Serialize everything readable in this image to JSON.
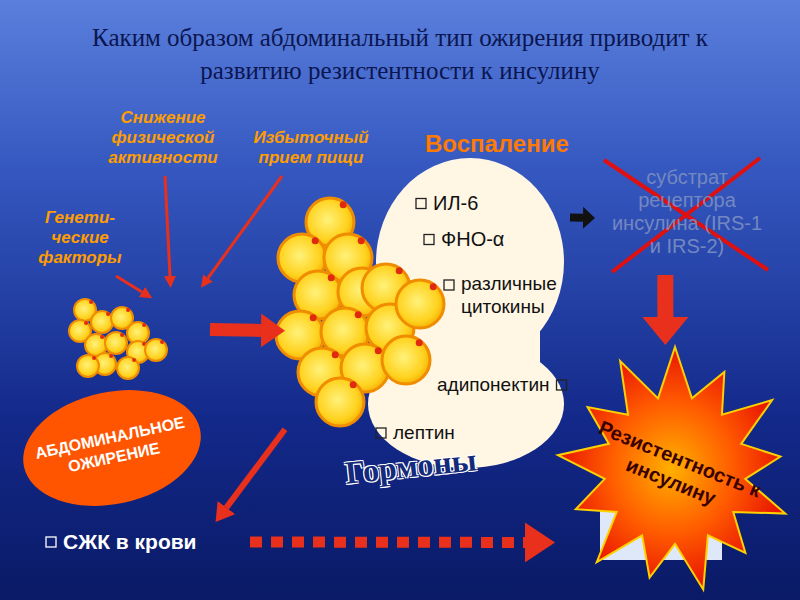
{
  "diagram": {
    "title": "Каким образом абдоминальный тип ожирения приводит к развитию резистентности к инсулину",
    "nodes": [
      {
        "text": [
          "АБДОМИНАЛЬНОЕ ОЖИРЕНИЕ"
        ]
      },
      {
        "text": [
          "Воспаление",
          "ИЛ-6",
          "ФНО-α",
          "различные цитокины",
          "адипонектин",
          "лептин",
          "Гормоны"
        ]
      },
      {
        "text": [
          "субстрат рецептора инсулина (IRS-1 и IRS-2)"
        ]
      },
      {
        "text": [
          "СЖК в крови"
        ]
      },
      {
        "text": [
          "Резистентность к инсулину"
        ]
      }
    ],
    "edges": [
      {
        "from": 0,
        "to": 1,
        "arrow": "to"
      },
      {
        "from": 1,
        "to": 2,
        "arrow": "to"
      },
      {
        "from": 2,
        "to": 4,
        "arrow": "to"
      },
      {
        "from": 1,
        "to": 3,
        "arrow": "to"
      },
      {
        "from": 3,
        "to": 4,
        "arrow": "to"
      }
    ],
    "labels": [
      "Снижение физической активности",
      "Избыточный прием пищи",
      "Генети- ческие факторы"
    ]
  }
}
